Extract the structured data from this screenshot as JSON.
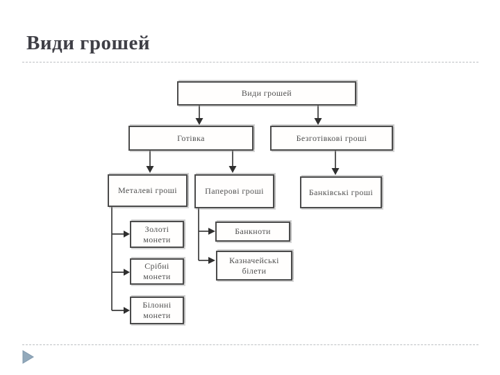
{
  "slide": {
    "title": "Види грошей",
    "bullet_icon": "play-triangle-icon"
  },
  "colors": {
    "title_text": "#3f3f46",
    "diagram_ink": "#3a3a3a",
    "node_border": "#4a4a4a",
    "bullet_triangle": "#92a9bb",
    "dashed_rule": "#bcbfc2"
  },
  "diagram": {
    "type": "hierarchy-flowchart",
    "nodes": {
      "root": {
        "label": "Види грошей"
      },
      "cash": {
        "label": "Готівка"
      },
      "noncash": {
        "label": "Безготівкові гроші"
      },
      "metal": {
        "label": "Металеві гроші"
      },
      "paper": {
        "label": "Паперові гроші"
      },
      "bank": {
        "label": "Банківські гроші"
      },
      "gold": {
        "label": "Золоті монети"
      },
      "silver": {
        "label": "Срібні монети"
      },
      "billon": {
        "label": "Білонні монети"
      },
      "banknotes": {
        "label": "Банкноти"
      },
      "treasury": {
        "label": "Казначейські білети"
      }
    },
    "edges": [
      {
        "from": "root",
        "to": "cash"
      },
      {
        "from": "root",
        "to": "noncash"
      },
      {
        "from": "cash",
        "to": "metal"
      },
      {
        "from": "cash",
        "to": "paper"
      },
      {
        "from": "noncash",
        "to": "bank"
      },
      {
        "from": "metal",
        "to": "gold"
      },
      {
        "from": "metal",
        "to": "silver"
      },
      {
        "from": "metal",
        "to": "billon"
      },
      {
        "from": "paper",
        "to": "banknotes"
      },
      {
        "from": "paper",
        "to": "treasury"
      }
    ]
  }
}
